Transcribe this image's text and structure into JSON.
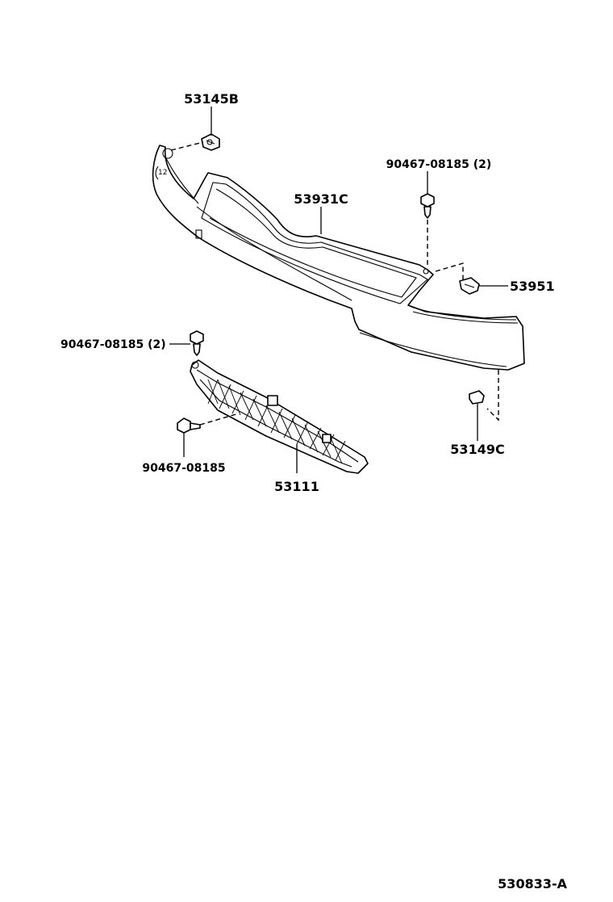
{
  "diagram": {
    "labels": {
      "clip_upper_left": "53145B",
      "air_guide": "53931C",
      "clip_top_right": "90467-08185 (2)",
      "bracket_right": "53951",
      "clip_grille_top": "90467-08185 (2)",
      "clip_grille_left": "90467-08185",
      "grille": "53111",
      "clip_lower_right": "53149C",
      "figure_id": "530833-A"
    }
  }
}
